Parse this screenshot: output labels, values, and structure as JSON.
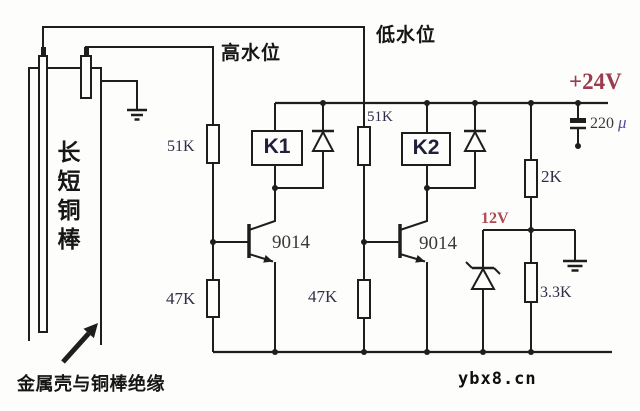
{
  "diagram_type": "water-level-control-circuit-schematic",
  "labels": {
    "high_water": "高水位",
    "low_water": "低水位",
    "rod_caption": "长短铜棒",
    "shell_note": "金属壳与铜棒绝缘",
    "watermark": "ybx8.cn"
  },
  "power": {
    "rail_label": "+24V",
    "zener_label": "12V",
    "cap_value": "220",
    "cap_unit": "μ"
  },
  "components": {
    "r_51k_left": "51K",
    "r_51k_right": "51K",
    "r_47k_left": "47K",
    "r_47k_right": "47K",
    "r_2k": "2K",
    "r_3k3": "3.3K",
    "relay1": "K1",
    "relay2": "K2",
    "q1": "9014",
    "q2": "9014"
  },
  "colors": {
    "line": "#1e1e1e",
    "value_navy": "#2e2e4a",
    "power_red": "#9a3b4e",
    "zener_red": "#b2484f",
    "mu_purple": "#5a4a9a",
    "background": "#fdfdfc"
  }
}
